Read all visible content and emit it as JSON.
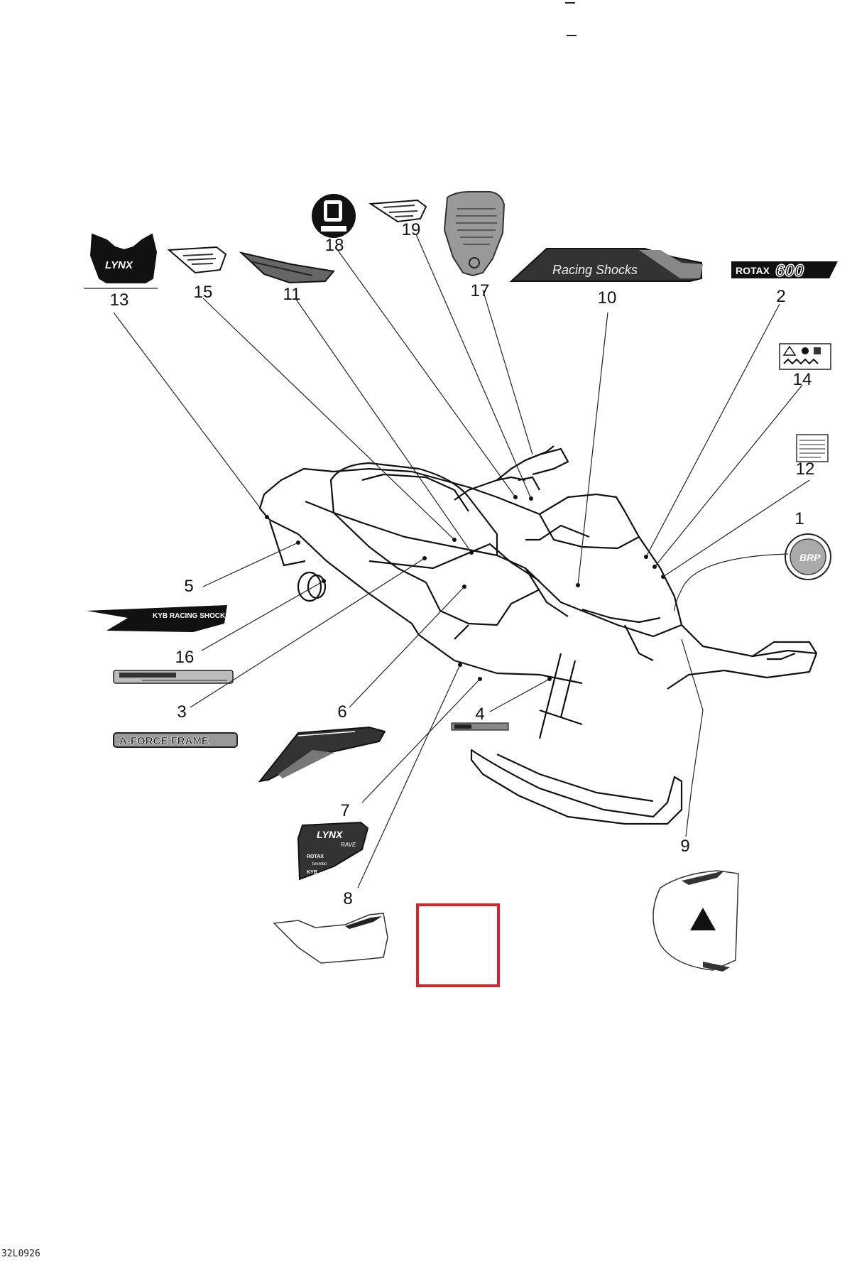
{
  "diagram": {
    "drawing_code": "32L0926",
    "highlight_color": "#d9222a",
    "callouts": [
      "1",
      "2",
      "3",
      "4",
      "5",
      "6",
      "7",
      "8",
      "9",
      "10",
      "11",
      "12",
      "13",
      "14",
      "15",
      "16",
      "17",
      "18",
      "19"
    ],
    "decal_texts": {
      "rotax_600": "ROTAX",
      "rotax_600_number": "600",
      "racing_shocks": "Racing Shocks",
      "kyb_racing_shocks": "KYB RACING SHOCKS",
      "a_force_frame": "A-FORCE FRAME",
      "lynx_logo": "LYNX",
      "rave": "RAVE",
      "rotax_small": "ROTAX",
      "brembo": "brembo",
      "kyb": "KYB",
      "brp": "BRP"
    }
  }
}
